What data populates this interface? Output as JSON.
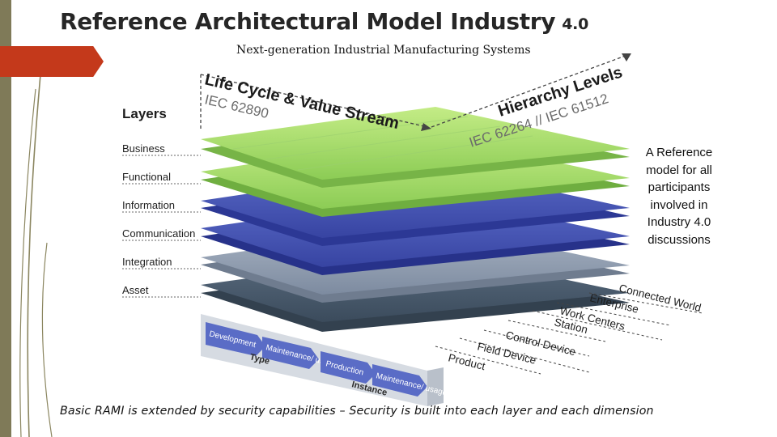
{
  "slide": {
    "title": "Reference Architectural Model Industry",
    "title_suffix": "4.0",
    "subtitle": "Next-generation Industrial Manufacturing Systems",
    "note": "A Reference model for all participants involved in Industry 4.0 discussions",
    "caption": "Basic RAMI is extended by security capabilities – Security is built into each layer and each dimension"
  },
  "diagram": {
    "layers_title": "Layers",
    "layers": [
      "Business",
      "Functional",
      "Information",
      "Communication",
      "Integration",
      "Asset"
    ],
    "life_cycle_title": "Life Cycle & Value Stream",
    "life_cycle_standard": "IEC 62890",
    "hierarchy_title": "Hierarchy Levels",
    "hierarchy_standard": "IEC 62264 // IEC 61512",
    "hierarchy_levels": [
      "Connected World",
      "Enterprise",
      "Work Centers",
      "Station",
      "Control Device",
      "Field Device",
      "Product"
    ],
    "type_arrows": [
      "Development",
      "Maintenance/ usage"
    ],
    "type_label": "Type",
    "instance_arrows": [
      "Production",
      "Maintenance/ usage"
    ],
    "instance_label": "Instance"
  },
  "colors": {
    "accent_red": "#c4391b",
    "green_light": "#a6d86a",
    "green_dark": "#7fb849",
    "blue": "#4556b3",
    "blue_dark": "#2d3a8f",
    "gray_blue": "#8d9bb0",
    "slate": "#485a6e"
  }
}
